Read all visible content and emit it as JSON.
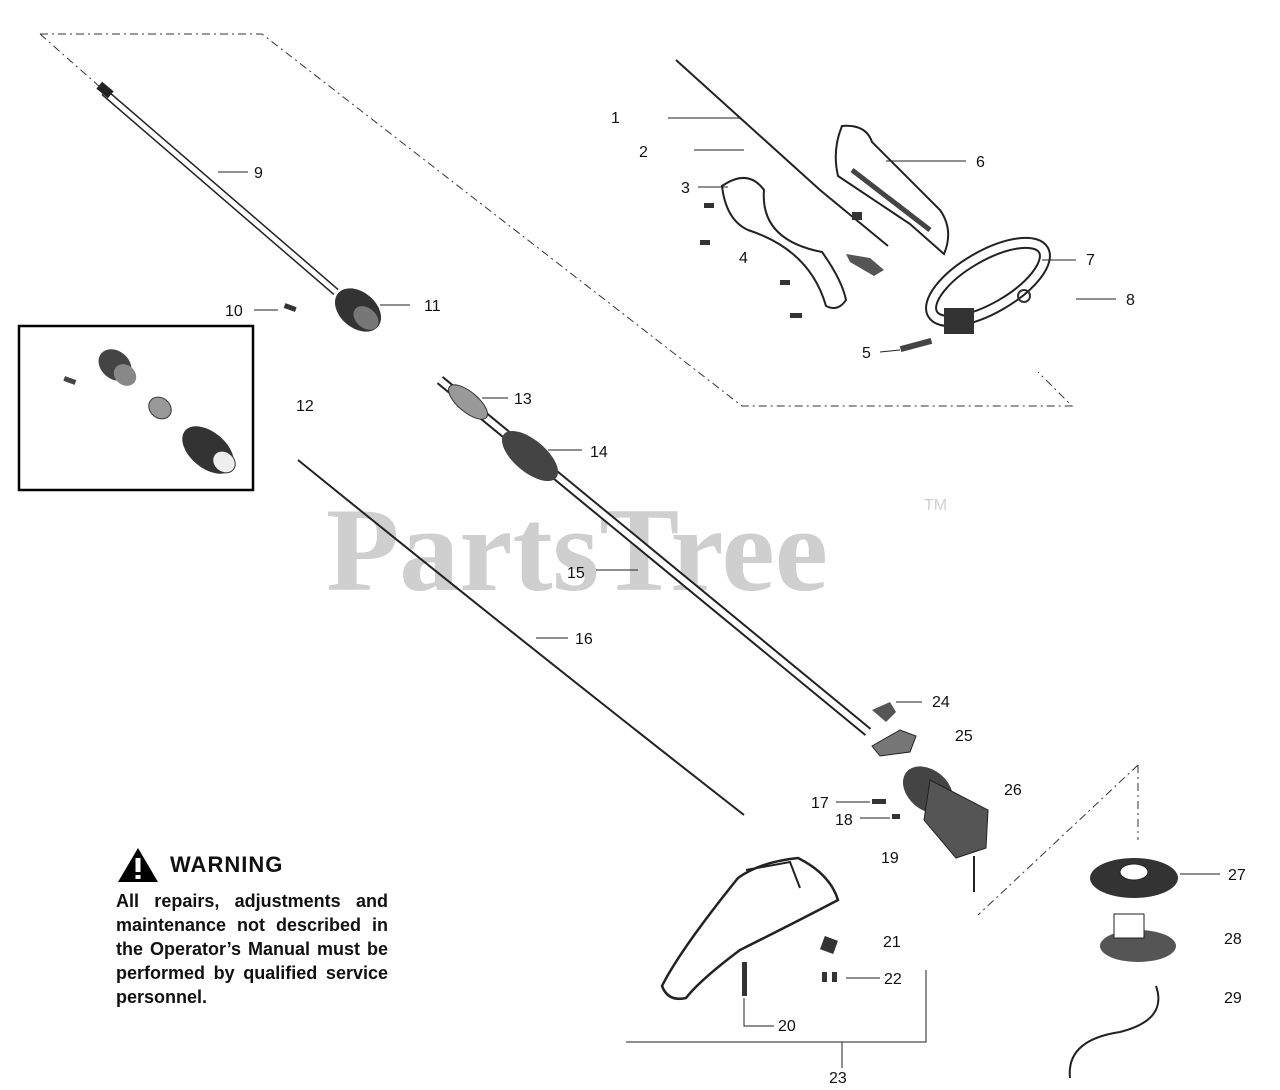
{
  "watermark": {
    "text": "PartsTree",
    "tm": "TM"
  },
  "warning": {
    "title": "WARNING",
    "body": "All repairs, adjustments and maintenance not described in the Operator’s Manual must be performed by qualified service personnel."
  },
  "parts": [
    {
      "num": "1"
    },
    {
      "num": "2"
    },
    {
      "num": "3"
    },
    {
      "num": "4"
    },
    {
      "num": "5"
    },
    {
      "num": "6"
    },
    {
      "num": "7"
    },
    {
      "num": "8"
    },
    {
      "num": "9"
    },
    {
      "num": "10"
    },
    {
      "num": "11"
    },
    {
      "num": "12"
    },
    {
      "num": "13"
    },
    {
      "num": "14"
    },
    {
      "num": "15"
    },
    {
      "num": "16"
    },
    {
      "num": "17"
    },
    {
      "num": "18"
    },
    {
      "num": "19"
    },
    {
      "num": "20"
    },
    {
      "num": "21"
    },
    {
      "num": "22"
    },
    {
      "num": "23"
    },
    {
      "num": "24"
    },
    {
      "num": "25"
    },
    {
      "num": "26"
    },
    {
      "num": "27"
    },
    {
      "num": "28"
    },
    {
      "num": "29"
    }
  ]
}
